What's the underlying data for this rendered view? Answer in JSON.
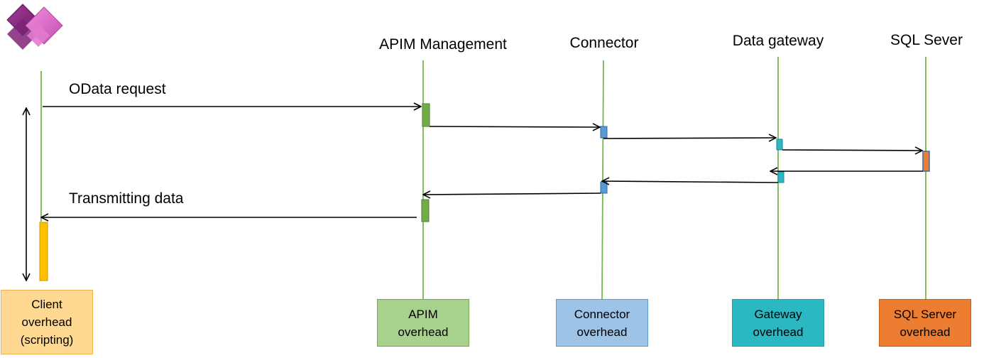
{
  "participants": [
    {
      "id": "client",
      "title": "",
      "overhead_label": "Client\noverhead\n(scripting)",
      "overhead_color": "#FFD891",
      "bar_color": "#FFC000",
      "bar_border": "#C99700"
    },
    {
      "id": "apim",
      "title": "APIM Management",
      "overhead_label": "APIM\noverhead",
      "overhead_color": "#A9D18E",
      "bar_color": "#70AD47",
      "bar_border": "#507E32"
    },
    {
      "id": "connector",
      "title": "Connector",
      "overhead_label": "Connector\noverhead",
      "overhead_color": "#9DC3E6",
      "bar_color": "#5B9BD5",
      "bar_border": "#2E6EA6"
    },
    {
      "id": "gateway",
      "title": "Data gateway",
      "overhead_label": "Gateway\noverhead",
      "overhead_color": "#2CB8C2",
      "bar_color": "#2CB8C2",
      "bar_border": "#1E8A92"
    },
    {
      "id": "sql",
      "title": "SQL Sever",
      "overhead_label": "SQL Server\noverhead",
      "overhead_color": "#ED7D31",
      "bar_color": "#ED7D31",
      "bar_border": "#3F6B9E"
    }
  ],
  "messages": {
    "request_label": "OData request",
    "response_label": "Transmitting data"
  },
  "colors": {
    "lifeline": "#77B64F",
    "logo_dark": "#8B2F85",
    "logo_light": "#D96BC6"
  },
  "icons": {
    "app_logo": "power-apps-logo-icon"
  }
}
